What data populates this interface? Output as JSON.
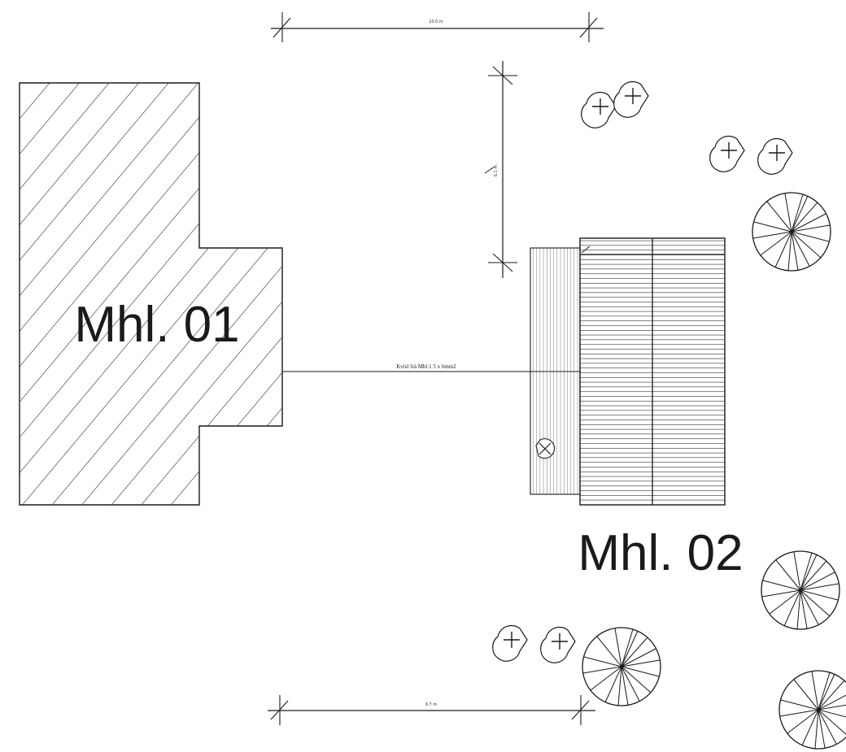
{
  "plan": {
    "building_1": {
      "label": "Mhl. 01"
    },
    "building_2": {
      "label": "Mhl. 02"
    },
    "cable": {
      "label": "Kvísl frá Mhl.1 5 x 6mm2"
    },
    "dimensions": {
      "top": "10.0 m",
      "vertical": "6.1 m",
      "bottom": "9.7 m"
    }
  }
}
